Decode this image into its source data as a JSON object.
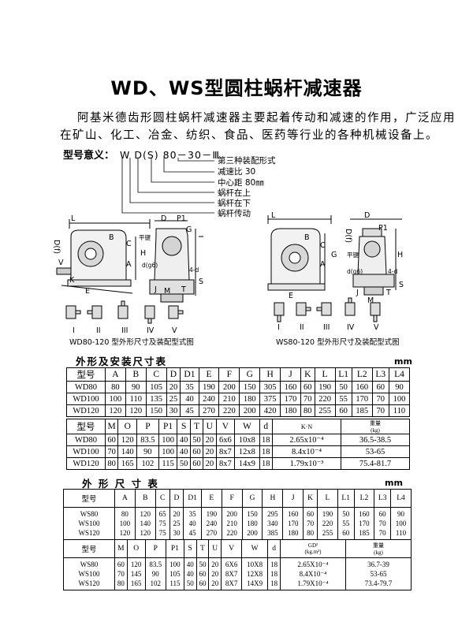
{
  "title": "WD、WS型圆柱蜗杆减速器",
  "intro": {
    "line1": "阿基米德齿形圆柱蜗杆减速器主要起着传动和减速的作用，广泛应用",
    "line2": "在矿山、化工、冶金、纺织、食品、医药等行业的各种机械设备上。"
  },
  "model_meaning": {
    "label": "型号意义：",
    "code": "W D(S) 80－30－Ⅲ",
    "legend": [
      "第三种装配形式",
      "减速比 30",
      "中心距 80㎜",
      "蜗杆在上",
      "蜗杆在下",
      "蜗杆传动"
    ]
  },
  "diagrams": {
    "left_caption": "WD80-120 型外形尺寸及装配型式图",
    "right_caption": "WS80-120 型外形尺寸及装配型式图",
    "assembly_labels": [
      "I",
      "II",
      "III",
      "IV",
      "V"
    ],
    "dim_labels_left": [
      "L",
      "B",
      "C",
      "A",
      "E",
      "K",
      "V",
      "D(f)",
      "H",
      "D",
      "P1",
      "G",
      "M",
      "S",
      "平键",
      "d(g6)",
      "J",
      "T",
      "4-d"
    ],
    "dim_labels_right": [
      "L",
      "C",
      "A",
      "B",
      "D(f)",
      "G",
      "E",
      "P1",
      "D",
      "H",
      "M",
      "T",
      "S",
      "4-d",
      "平键",
      "d(g6)",
      "J"
    ]
  },
  "section1": {
    "title": "外形及安装尺寸表",
    "unit": "mm"
  },
  "table1": {
    "headers": [
      "型号",
      "A",
      "B",
      "C",
      "D",
      "D1",
      "E",
      "F",
      "G",
      "H",
      "J",
      "K",
      "L",
      "L1",
      "L2",
      "L3",
      "L4"
    ],
    "rows": [
      [
        "WD80",
        "80",
        "90",
        "105",
        "20",
        "35",
        "190",
        "200",
        "150",
        "305",
        "160",
        "60",
        "190",
        "50",
        "160",
        "60",
        "90"
      ],
      [
        "WD100",
        "100",
        "110",
        "135",
        "25",
        "40",
        "240",
        "210",
        "180",
        "375",
        "170",
        "70",
        "220",
        "55",
        "170",
        "70",
        "100"
      ],
      [
        "WD120",
        "120",
        "120",
        "150",
        "30",
        "45",
        "270",
        "220",
        "200",
        "420",
        "180",
        "80",
        "255",
        "60",
        "185",
        "70",
        "110"
      ]
    ]
  },
  "table2": {
    "headers": [
      "型号",
      "M",
      "O",
      "P",
      "P1",
      "S",
      "T",
      "U",
      "V",
      "W",
      "d"
    ],
    "gd_header": "K·N",
    "gd_sub": "",
    "weight_header": "重量",
    "weight_unit": "(kg)",
    "rows": [
      [
        "WD80",
        "60",
        "120",
        "83.5",
        "100",
        "40",
        "50",
        "20",
        "6x6",
        "10x8",
        "18",
        "2.65x10⁻⁴",
        "36.5-38.5"
      ],
      [
        "WD100",
        "70",
        "140",
        "90",
        "100",
        "40",
        "60",
        "20",
        "8x7",
        "12x8",
        "18",
        "8.4x10⁻⁴",
        "53-65"
      ],
      [
        "WD120",
        "80",
        "165",
        "102",
        "115",
        "50",
        "60",
        "20",
        "8x7",
        "14x9",
        "18",
        "1.79x10⁻³",
        "75.4-81.7"
      ]
    ]
  },
  "section2": {
    "title": "外 形 尺 寸 表",
    "unit": "mm"
  },
  "table3": {
    "headers": [
      "型号",
      "A",
      "B",
      "C",
      "D",
      "D1",
      "E",
      "F",
      "G",
      "H",
      "J",
      "K",
      "L",
      "L1",
      "L2",
      "L3",
      "L4"
    ],
    "rows": [
      [
        "WS80",
        "80",
        "120",
        "65",
        "20",
        "35",
        "190",
        "200",
        "150",
        "295",
        "160",
        "60",
        "190",
        "50",
        "160",
        "60",
        "90"
      ],
      [
        "WS100",
        "100",
        "140",
        "75",
        "25",
        "40",
        "240",
        "210",
        "180",
        "340",
        "170",
        "70",
        "220",
        "55",
        "170",
        "70",
        "100"
      ],
      [
        "WS120",
        "120",
        "120",
        "75",
        "30",
        "45",
        "270",
        "220",
        "200",
        "385",
        "180",
        "80",
        "255",
        "60",
        "185",
        "70",
        "110"
      ]
    ]
  },
  "table4": {
    "headers": [
      "型号",
      "M",
      "O",
      "P",
      "P1",
      "S",
      "T",
      "U",
      "V",
      "W",
      "d"
    ],
    "gd_header": "GD²",
    "gd_sub": "(kg.m²)",
    "weight_header": "重量",
    "weight_unit": "(kg)",
    "rows": [
      [
        "WS80",
        "60",
        "120",
        "83.5",
        "100",
        "40",
        "50",
        "20",
        "6X6",
        "10X8",
        "18",
        "2.65X10⁻⁴",
        "36.7-39"
      ],
      [
        "WS100",
        "70",
        "145",
        "90",
        "105",
        "40",
        "60",
        "20",
        "8X7",
        "12X8",
        "18",
        "8.4X10⁻⁴",
        "53-65"
      ],
      [
        "WS120",
        "80",
        "165",
        "102",
        "115",
        "50",
        "60",
        "20",
        "8X7",
        "14X9",
        "18",
        "1.79X10⁻⁴",
        "73.4-79.7"
      ]
    ]
  }
}
